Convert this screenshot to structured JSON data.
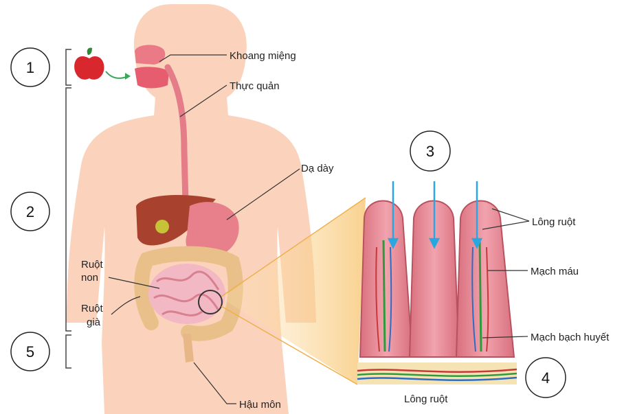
{
  "labels": {
    "mouth": "Khoang miệng",
    "esophagus": "Thực quản",
    "stomach": "Dạ dày",
    "small_intestine_1": "Ruột",
    "small_intestine_2": "non",
    "large_intestine_1": "Ruột",
    "large_intestine_2": "già",
    "anus": "Hậu môn",
    "villi_top": "Lông ruột",
    "blood_vessel": "Mạch máu",
    "lymph_vessel": "Mạch bạch huyết",
    "villi_caption": "Lông ruột"
  },
  "step_numbers": [
    "1",
    "2",
    "3",
    "4",
    "5"
  ],
  "colors": {
    "body": "#fbd3bd",
    "organ_pink": "#e78d97",
    "liver": "#a8412e",
    "intestine": "#f2b8c4",
    "large_intestine": "#e9c08a",
    "blood": "#2b6cc4",
    "lymph": "#2f9a3d",
    "arrow": "#2aa6e0",
    "zoom": "#f7c26a"
  }
}
